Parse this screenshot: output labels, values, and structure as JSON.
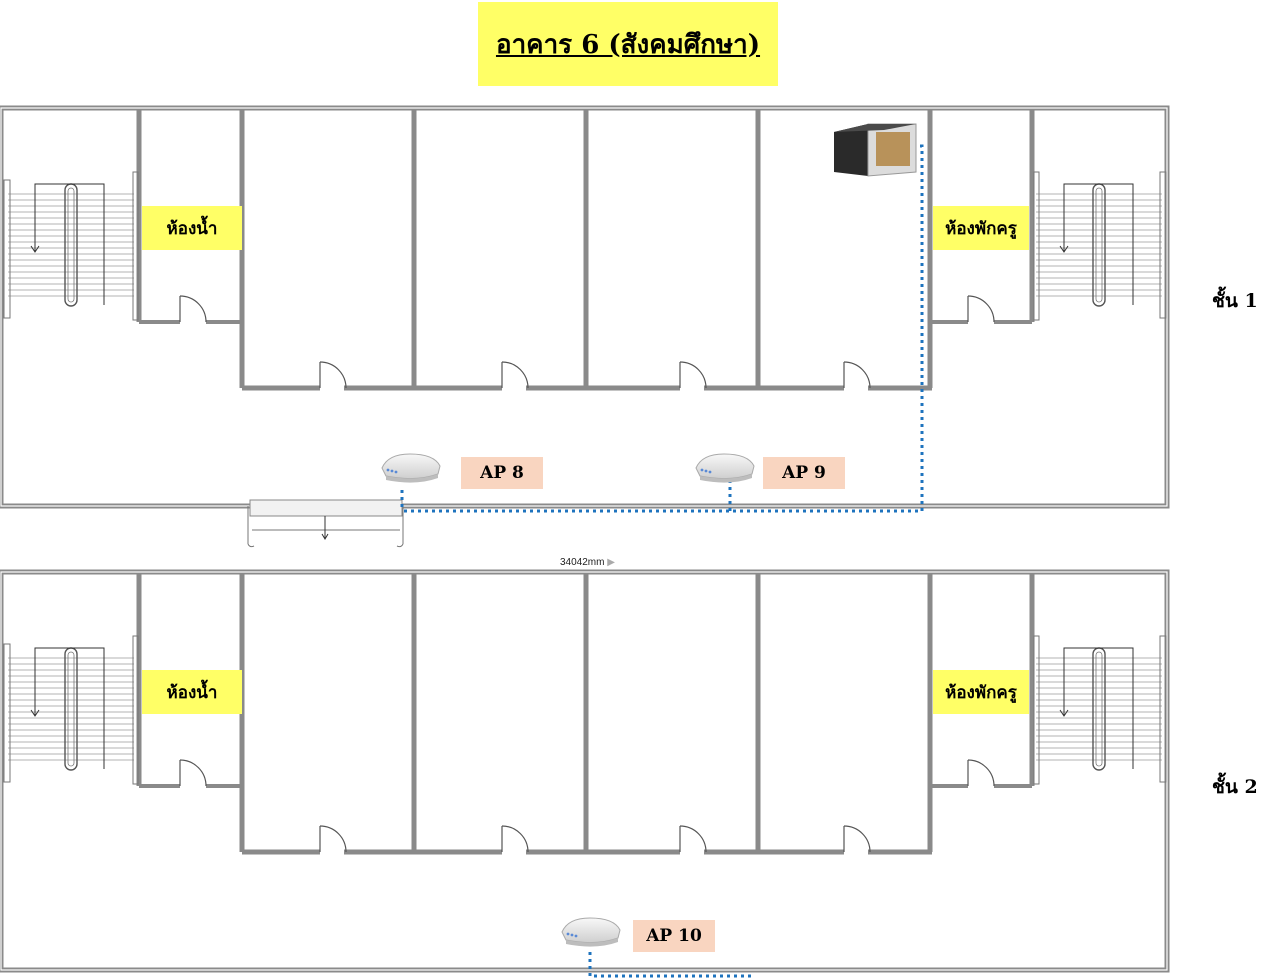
{
  "title": "อาคาร 6 (สังคมศึกษา)",
  "floors": [
    {
      "label": "ชั้น 1",
      "rooms": {
        "restroom": "ห้องน้ำ",
        "teacher_room": "ห้องพักครู"
      },
      "access_points": [
        {
          "label": "AP 8"
        },
        {
          "label": "AP 9"
        }
      ],
      "has_rack": true
    },
    {
      "label": "ชั้น 2",
      "rooms": {
        "restroom": "ห้องน้ำ",
        "teacher_room": "ห้องพักครู"
      },
      "access_points": [
        {
          "label": "AP 10"
        }
      ],
      "has_rack": false
    }
  ],
  "dimension": {
    "value": "34042mm"
  },
  "colors": {
    "highlight": "#ffff66",
    "ap_label": "#f9d5c0",
    "cable": "#1e73be",
    "wall": "#8a8a8a"
  },
  "icons": {
    "access_point": "access-point-icon",
    "rack": "network-rack-icon",
    "arrow": "play-arrow-icon"
  }
}
